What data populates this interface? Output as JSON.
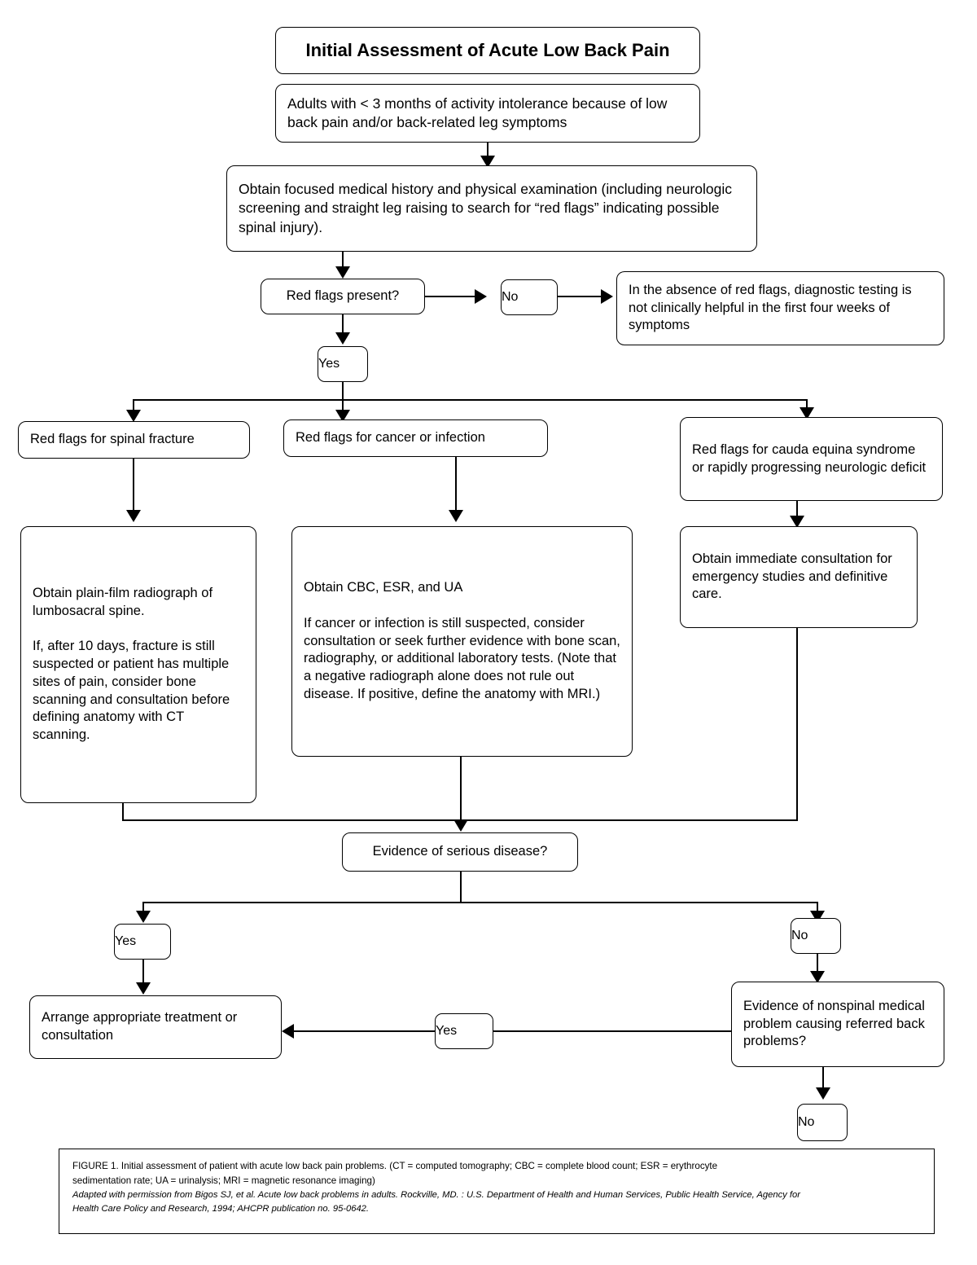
{
  "figure": {
    "title": "Initial Assessment of Acute Low Back Pain",
    "population": "Adults with < 3 months of activity intolerance because of low back pain and/or back-related leg symptoms",
    "history_step": "Obtain focused medical history and physical examination (including neurologic screening and straight leg raising to search for “red flags” indicating possible spinal injury).",
    "red_flags_decision": "Red flags present?",
    "label_no_1": "No",
    "no_red_flags_outcome": "In the absence of red flags, diagnostic testing is not clinically helpful in the first four weeks of symptoms",
    "label_yes_1": "Yes",
    "branch_fracture": "Red flags for spinal fracture",
    "branch_cancer": "Red flags for cancer or infection",
    "branch_cauda": "Red flags for cauda equina syndrome or rapidly progressing neurologic deficit",
    "action_fracture": "Obtain plain-film radiograph of lumbosacral spine.\n\nIf, after 10 days, fracture is still suspected or patient has multiple sites of pain, consider bone scanning and consultation before defining anatomy with CT scanning.",
    "action_cancer": "Obtain CBC, ESR, and UA\n\nIf cancer or infection is still suspected, consider consultation or seek further evidence with bone scan, radiography, or additional laboratory tests.  (Note that a negative radiograph alone does not rule out disease.  If positive, define the anatomy with MRI.)",
    "action_cauda": "Obtain immediate consultation for emergency studies and definitive care.",
    "serious_disease_decision": "Evidence of serious disease?",
    "label_yes_2": "Yes",
    "label_no_2": "No",
    "arrange_treatment": "Arrange appropriate treatment or consultation",
    "label_yes_3": "Yes",
    "nonspinal_decision": "Evidence of nonspinal medical problem causing referred back problems?",
    "label_no_3": "No"
  },
  "caption": {
    "line1": "FIGURE 1.  Initial assessment of patient with acute low back pain problems.   (CT = computed tomography; CBC = complete blood count; ESR = erythrocyte",
    "line2": "sedimentation rate; UA = urinalysis; MRI = magnetic resonance imaging)",
    "line3": "Adapted with permission from Bigos SJ, et al.  Acute low back problems in adults.  Rockville, MD. : U.S. Department of Health and Human Services, Public Health Service, Agency for",
    "line4": "Health Care Policy and Research, 1994; AHCPR publication no. 95-0642."
  },
  "colors": {
    "stroke": "#000000",
    "background": "#ffffff",
    "text": "#000000"
  }
}
